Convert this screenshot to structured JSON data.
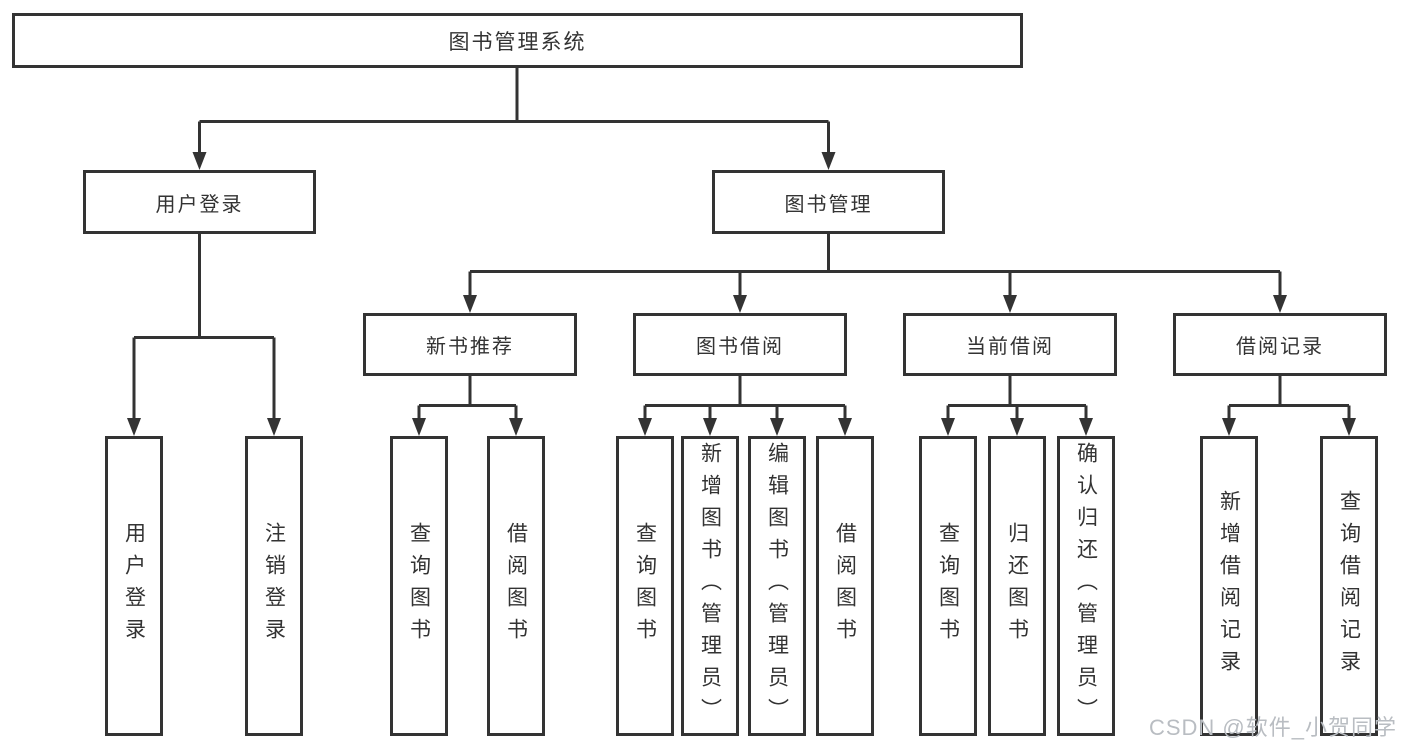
{
  "tree": {
    "root": "图书管理系统",
    "children": [
      {
        "label": "用户登录",
        "children": [
          "用户登录",
          "注销登录"
        ]
      },
      {
        "label": "图书管理",
        "children": [
          {
            "label": "新书推荐",
            "children": [
              "查询图书",
              "借阅图书"
            ]
          },
          {
            "label": "图书借阅",
            "children": [
              "查询图书",
              "新增图书（管理员）",
              "编辑图书（管理员）",
              "借阅图书"
            ]
          },
          {
            "label": "当前借阅",
            "children": [
              "查询图书",
              "归还图书",
              "确认归还（管理员）"
            ]
          },
          {
            "label": "借阅记录",
            "children": [
              "新增借阅记录",
              "查询借阅记录"
            ]
          }
        ]
      }
    ]
  },
  "watermark": "CSDN @软件_小贺同学",
  "colors": {
    "line": "#333333",
    "box_border": "#333333",
    "box_background": "#ffffff",
    "text": "#333333",
    "watermark": "#b9bdc2",
    "page_background": "#ffffff"
  }
}
